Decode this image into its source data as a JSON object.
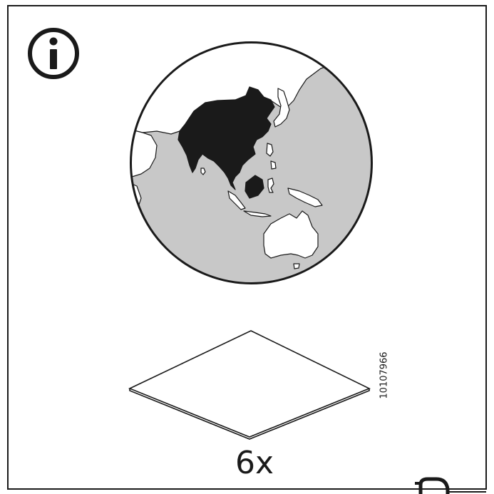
{
  "notice": {
    "icon": "information-icon"
  },
  "illustration": {
    "globe": {
      "highlighted_region": "Asia",
      "ocean_color": "#c8c8c8",
      "land_color": "#ffffff",
      "highlight_color": "#1a1a1a"
    },
    "part": {
      "shape": "flat-square-panel"
    }
  },
  "quantity": "6x",
  "article_number": "10107966"
}
